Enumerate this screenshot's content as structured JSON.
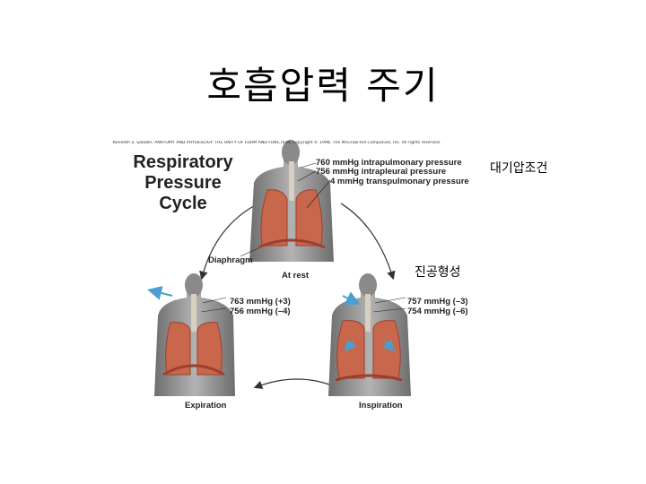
{
  "slide": {
    "title": "호흡압력 주기",
    "note_atmospheric": "대기압조건",
    "note_vacuum": "진공형성"
  },
  "figure": {
    "copyright": "Kenneth S. Saladin: ANATOMY AND PHYSIOLOGY: THE UNITY OF FORM AND FUNCTION, Copyright © 1998, The McGraw-Hill Companies, Inc. All rights reserved.",
    "title_lines": [
      "Respiratory",
      "Pressure",
      "Cycle"
    ],
    "rest": {
      "pressures": [
        "760 mmHg intrapulmonary pressure",
        "756 mmHg intrapleural pressure",
        "4 mmHg transpulmonary pressure"
      ],
      "diaphragm_label": "Diaphragm",
      "label": "At rest"
    },
    "expiration": {
      "pressures": [
        "763 mmHg (+3)",
        "756 mmHg (–4)"
      ],
      "label": "Expiration"
    },
    "inspiration": {
      "pressures": [
        "757 mmHg (–3)",
        "754 mmHg (–6)"
      ],
      "label": "Inspiration"
    },
    "colors": {
      "skin": "#9a9a9a",
      "lung": "#c9674d",
      "lung_dark": "#9e3f2c",
      "airway": "#d9cfc0",
      "arrow_blue": "#4a9fd0"
    }
  }
}
